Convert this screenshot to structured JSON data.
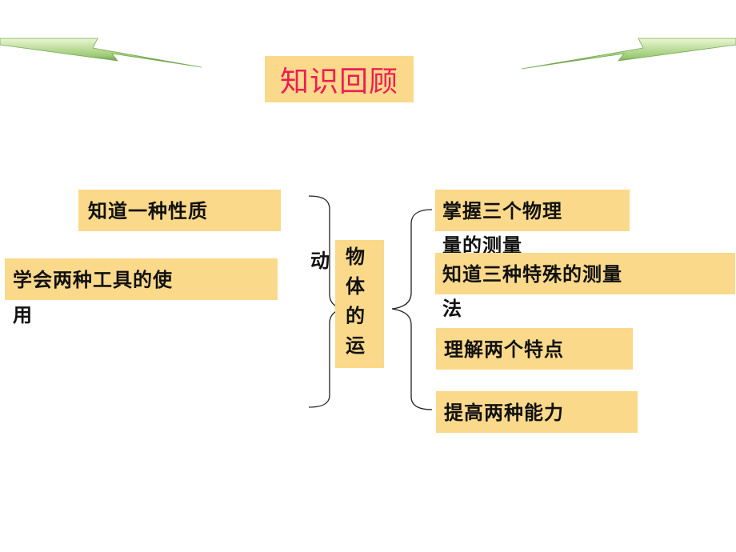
{
  "title": "知识回顾",
  "left": {
    "item1": "知道一种性质",
    "item2_line1": "学会两种工具的使",
    "item2_line2": "用"
  },
  "center": {
    "stray": "动",
    "chars": [
      "物",
      "体",
      "的",
      "运"
    ]
  },
  "right": {
    "item1_line1": "掌握三个物理",
    "item1_line2": "量的测量",
    "item2_line1": "知道三种特殊的测量",
    "item2_line2": "法",
    "item3": "理解两个特点",
    "item4": "提高两种能力"
  },
  "colors": {
    "box_fill": "#fbd98a",
    "title_text": "#ee1c55",
    "arrow_light": "#d9efb7",
    "arrow_dark": "#3a7a2a"
  }
}
